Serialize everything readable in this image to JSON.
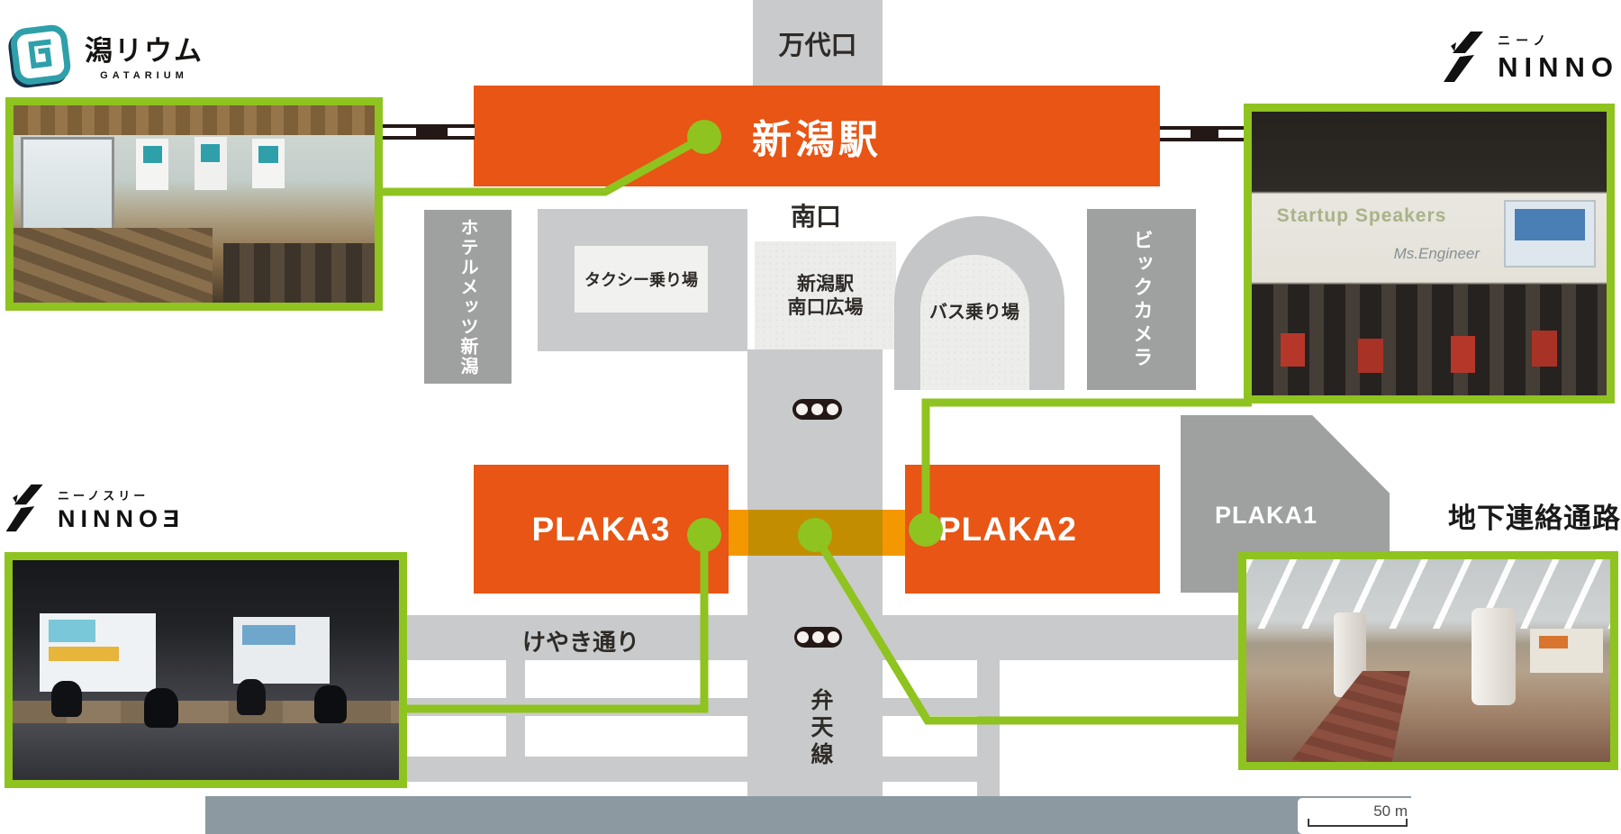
{
  "colors": {
    "orange": "#E85514",
    "bright_orange": "#F39800",
    "ochre": "#C28E00",
    "green": "#8FC31F",
    "road_gray": "#C9CACB",
    "building_gray": "#9FA0A0",
    "bottom_band": "#8C99A1"
  },
  "logos": {
    "gatarium": {
      "jp": "潟リウム",
      "en": "GATARIUM"
    },
    "ninno": {
      "jp": "ニーノ",
      "en": "NINNO"
    },
    "ninno3": {
      "jp": "ニーノスリー",
      "en": "NINNO",
      "suffix": "Ǝ"
    }
  },
  "map": {
    "bandai_exit": "万代口",
    "station": "新潟駅",
    "south_exit": "南口",
    "taxi_stand": "タクシー乗り場",
    "south_plaza_line1": "新潟駅",
    "south_plaza_line2": "南口広場",
    "bus_stop": "バス乗り場",
    "hotel_mets": "ホテルメッツ新潟",
    "bic_camera": "ビックカメラ",
    "plaka3": "PLAKA3",
    "plaka2": "PLAKA2",
    "plaka1": "PLAKA1",
    "keyaki_street": "けやき通り",
    "benten_line": "弁天線",
    "underground_passage": "地下連絡通路",
    "scale_label": "50 m"
  },
  "photos": {
    "ninno_wall_text": "Startup Speakers",
    "ninno_board_text": "Ms.Engineer"
  }
}
